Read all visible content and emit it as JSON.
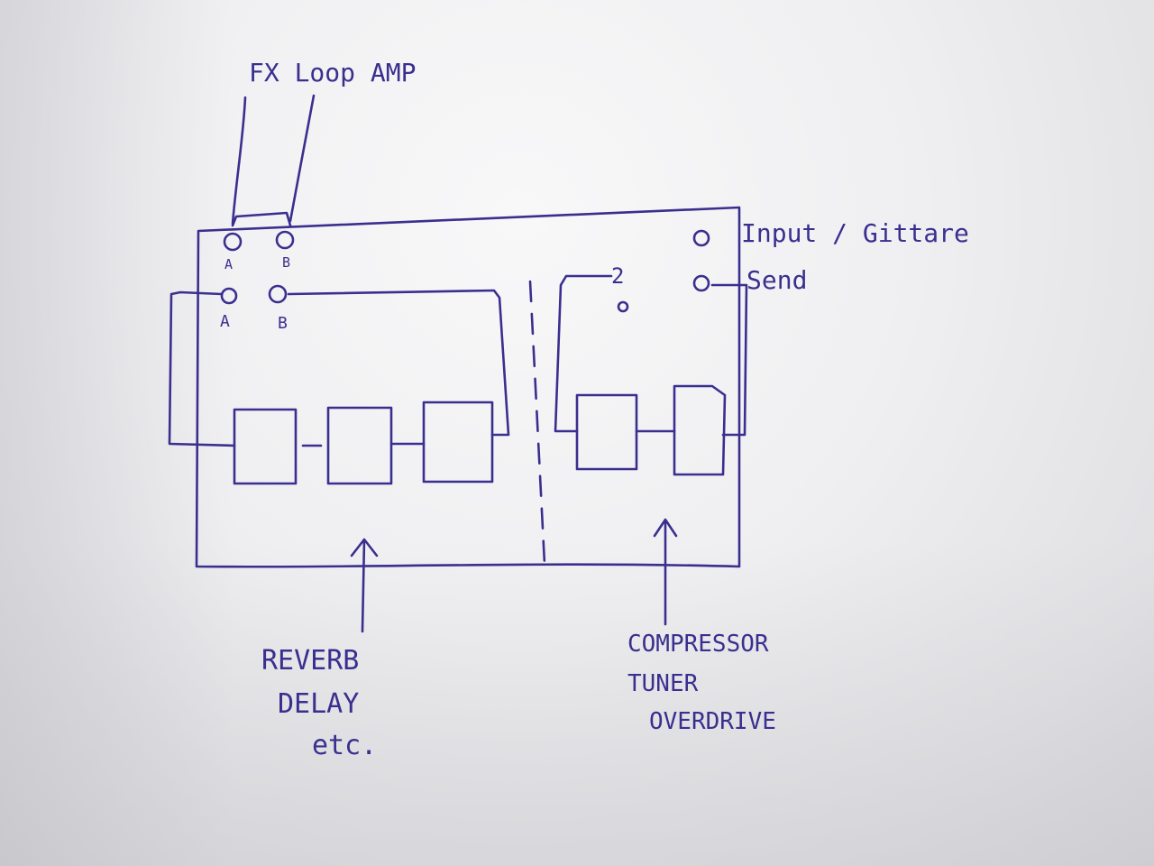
{
  "diagram": {
    "ink_color": "#3a2f8f",
    "paper_color": "#f2f2f4",
    "top_label": "FX Loop AMP",
    "loop_jacks_top": {
      "left": "A",
      "right": "B"
    },
    "loop_jacks_inner": {
      "left": "A",
      "right": "B"
    },
    "jack_2_label": "2",
    "input_label": "Input / Gittare",
    "send_label": "Send",
    "left_group_caption": [
      "REVERB",
      "DELAY",
      "etc."
    ],
    "right_group_caption": [
      "COMPRESSOR",
      "TUNER",
      "OVERDRIVE"
    ]
  }
}
